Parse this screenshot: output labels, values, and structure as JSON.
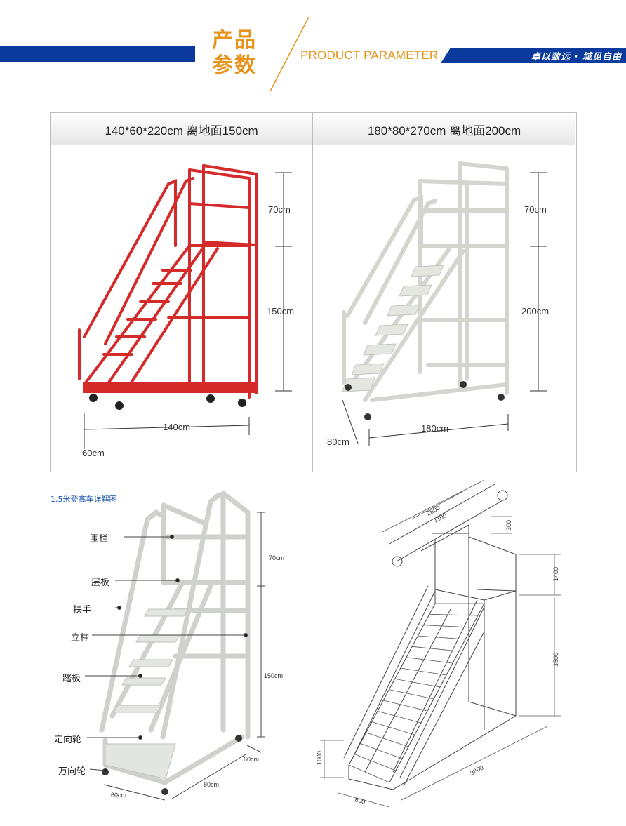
{
  "header": {
    "title_line1": "产品",
    "title_line2": "参数",
    "subtitle": "PRODUCT PARAMETER",
    "slogan": "卓以致远 · 域见自由",
    "colors": {
      "accent": "#e8921a",
      "brand_blue": "#0a3a9c"
    }
  },
  "table": {
    "left": {
      "header": "140*60*220cm  离地面150cm",
      "color": "#d42a2a",
      "dims": {
        "top": "70cm",
        "middle": "150cm",
        "length": "140cm",
        "width": "60cm"
      }
    },
    "right": {
      "header": "180*80*270cm  离地面200cm",
      "color": "#e2e4de",
      "dims": {
        "top": "70cm",
        "middle": "200cm",
        "length": "180cm",
        "width": "80cm"
      }
    }
  },
  "detail": {
    "title": "1.5米登高车详解图",
    "labels": [
      "围栏",
      "层板",
      "扶手",
      "立柱",
      "踏板",
      "定向轮",
      "万向轮"
    ],
    "dims": {
      "top": "70cm",
      "middle": "150cm",
      "depth": "60cm",
      "width": "80cm",
      "base": "60cm"
    }
  },
  "drawing": {
    "dims": [
      "2800",
      "1100",
      "300",
      "1400",
      "3500",
      "1000",
      "800",
      "3800"
    ]
  }
}
